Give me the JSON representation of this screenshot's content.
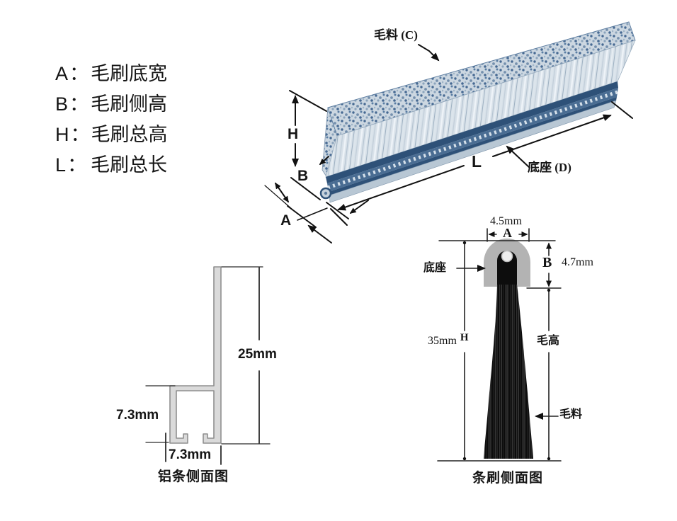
{
  "page": {
    "background": "#ffffff"
  },
  "legend": {
    "items": [
      {
        "key": "A：",
        "label": "毛刷底宽"
      },
      {
        "key": "B：",
        "label": "毛刷侧高"
      },
      {
        "key": "H：",
        "label": "毛刷总高"
      },
      {
        "key": "L：",
        "label": "毛刷总长"
      }
    ]
  },
  "iso_figure": {
    "bristle_label": "毛料 (C)",
    "base_label": "底座 (D)",
    "dim_height": "H",
    "dim_side": "B",
    "dim_base": "A",
    "dim_length": "L"
  },
  "aluminum_figure": {
    "height_dim": "25mm",
    "side_dim": "7.3mm",
    "bottom_dim": "7.3mm",
    "caption": "铝条侧面图"
  },
  "brush_section_figure": {
    "top_width_dim": "4.5mm",
    "dim_base": "A",
    "dim_side": "B",
    "side_height_dim": "4.7mm",
    "holder_label": "底座",
    "total_height_dim": "35mm",
    "dim_height": "H",
    "bristle_height_label": "毛高",
    "bristle_label": "毛料",
    "caption": "条刷侧面图"
  },
  "colors": {
    "line": "#111111",
    "bristle_face": "#d8e1e9",
    "bristle_stipple_bg": "#ccd7e1",
    "base_strip_dark": "#2e5178",
    "stitch_band": "#4a6d93",
    "stitch_dots": "#d5e0ea",
    "aluminum_fill": "#dadada",
    "aluminum_stroke": "#8f8f8f",
    "holder_grey": "#b3b3b3",
    "brush_black": "#0d0d0d"
  }
}
